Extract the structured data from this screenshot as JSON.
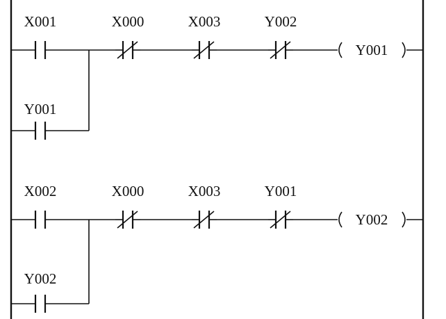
{
  "rungs": [
    {
      "main_contacts": [
        {
          "label": "X001",
          "type": "NO"
        },
        {
          "label": "X000",
          "type": "NC"
        },
        {
          "label": "X003",
          "type": "NC"
        },
        {
          "label": "Y002",
          "type": "NC"
        }
      ],
      "branch_contact": {
        "label": "Y001",
        "type": "NO"
      },
      "coil": {
        "label": "Y001"
      }
    },
    {
      "main_contacts": [
        {
          "label": "X002",
          "type": "NO"
        },
        {
          "label": "X000",
          "type": "NC"
        },
        {
          "label": "X003",
          "type": "NC"
        },
        {
          "label": "Y001",
          "type": "NC"
        }
      ],
      "branch_contact": {
        "label": "Y002",
        "type": "NO"
      },
      "coil": {
        "label": "Y002"
      }
    }
  ]
}
